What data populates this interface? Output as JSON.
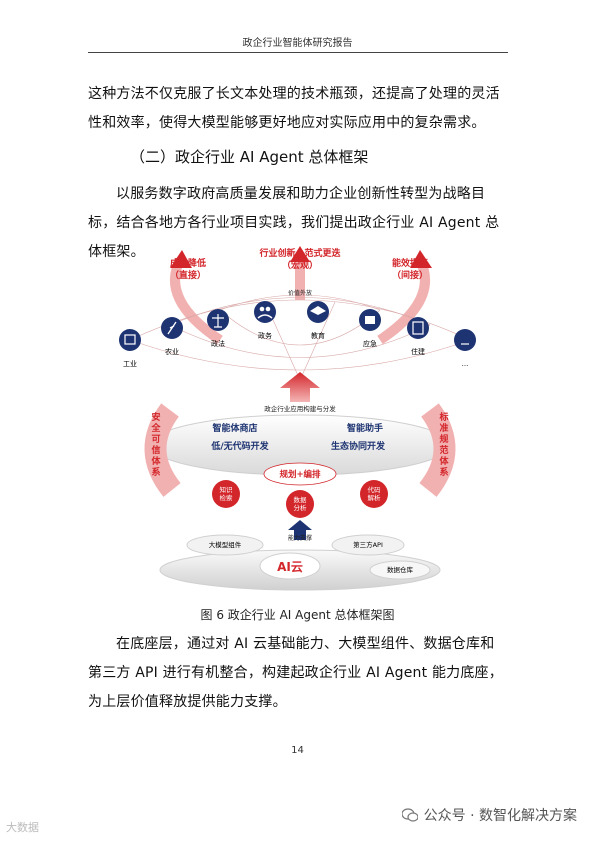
{
  "header": {
    "title": "政企行业智能体研究报告"
  },
  "body": {
    "para1": "这种方法不仅克服了长文本处理的技术瓶颈，还提高了处理的灵活性和效率，使得大模型能够更好地应对实际应用中的复杂需求。",
    "heading": "（二）政企行业 AI Agent 总体框架",
    "para2": "以服务数字政府高质量发展和助力企业创新性转型为战略目标，结合各地方各行业项目实践，我们提出政企行业 AI Agent 总体框架。",
    "para3": "在底座层，通过对 AI 云基础能力、大模型组件、数据仓库和第三方 API 进行有机整合，构建起政企行业 AI Agent 能力底座，为上层价值释放提供能力支撑。"
  },
  "figure": {
    "goals": {
      "left": [
        "成本降低",
        "（直接）"
      ],
      "center": [
        "行业创新，范式更迭",
        "（宏观）"
      ],
      "right": [
        "能效提高",
        "（间接）"
      ]
    },
    "value_release": "价值外放",
    "domains": [
      "工业",
      "农业",
      "政法",
      "政务",
      "教育",
      "应急",
      "住建",
      "..."
    ],
    "app_build": "政企行业应用构建与分发",
    "left_pillar": "安全可信体系",
    "right_pillar": "标准规范体系",
    "platform": {
      "agent_store": "智能体商店",
      "assistant": "智能助手",
      "lowcode": "低/无代码开发",
      "ecosystem": "生态协同开发"
    },
    "planning": "规划+编排",
    "capabilities": [
      "知识检索",
      "数据分析",
      "代码解析"
    ],
    "foundation": {
      "capability_support": "能力支撑",
      "model_components": "大模型组件",
      "third_party_api": "第三方API",
      "ai_cloud": "AI云",
      "data_warehouse": "数据仓库"
    },
    "colors": {
      "red": "#d3262b",
      "navy": "#1e3472",
      "grey": "#e6e6e6"
    }
  },
  "caption": "图 6 政企行业 AI Agent 总体框架图",
  "page_number": "14",
  "footer": {
    "text": "公众号 · 数智化解决方案",
    "watermark": "大数据"
  }
}
